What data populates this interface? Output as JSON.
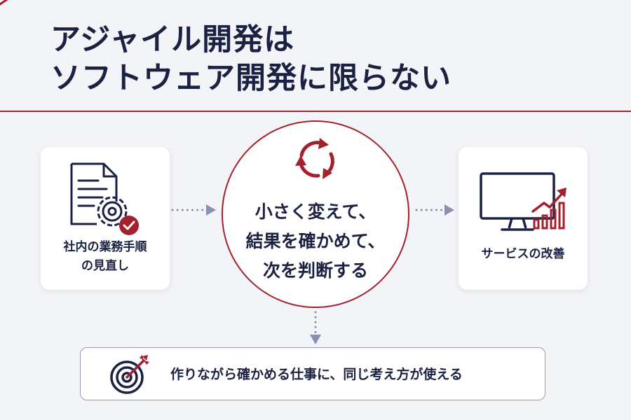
{
  "title": {
    "line1": "アジャイル開発は",
    "line2": "ソフトウェア開発に限らない"
  },
  "left_card": {
    "line1": "社内の業務手順",
    "line2": "の見直し",
    "icon": "document-gear-check-icon"
  },
  "center": {
    "line1": "小さく変えて、",
    "line2": "結果を確かめて、",
    "line3": "次を判断する",
    "icon": "cycle-arrows-icon"
  },
  "right_card": {
    "label": "サービスの改善",
    "icon": "monitor-growth-chart-icon"
  },
  "bottom": {
    "text": "作りながら確かめる仕事に、同じ考え方が使える",
    "icon": "target-arrow-icon"
  },
  "colors": {
    "accent": "#a3202d",
    "navy": "#1b2142",
    "connector": "#8c90b0",
    "background": "#f3f4f8"
  }
}
